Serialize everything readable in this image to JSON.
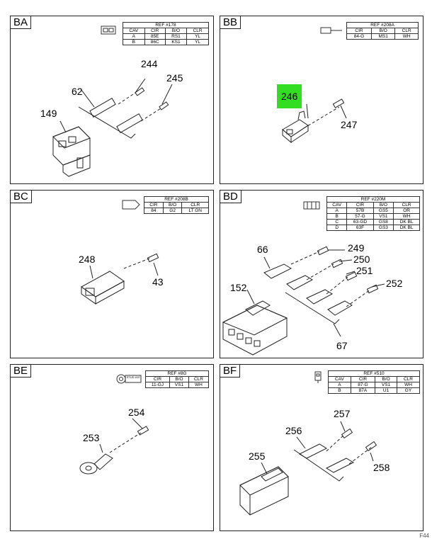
{
  "panels": {
    "BA": {
      "tag": "BA",
      "ref_title": "REF #178",
      "headers": [
        "CAV",
        "CIR",
        "B/O",
        "CLR"
      ],
      "rows": [
        [
          "A",
          "85E",
          "RS1",
          "YL"
        ],
        [
          "B",
          "86C",
          "KS1",
          "YL"
        ]
      ],
      "callouts": [
        "244",
        "245",
        "62",
        "149"
      ]
    },
    "BB": {
      "tag": "BB",
      "ref_title": "REF #208A",
      "headers": [
        "CIR",
        "B/O",
        "CLR"
      ],
      "rows": [
        [
          "84-G",
          "MS1",
          "WH"
        ]
      ],
      "callouts": [
        "246",
        "247"
      ]
    },
    "BC": {
      "tag": "BC",
      "ref_title": "REF #208B",
      "headers": [
        "CIR",
        "B/O",
        "CLR"
      ],
      "rows": [
        [
          "84",
          "G2",
          "LT GN"
        ]
      ],
      "callouts": [
        "248",
        "43"
      ]
    },
    "BD": {
      "tag": "BD",
      "ref_title": "REF #220M",
      "headers": [
        "CAV",
        "CIR",
        "B/O",
        "CLR"
      ],
      "rows": [
        [
          "A",
          "57B",
          "GS5",
          "OR"
        ],
        [
          "B",
          "57-G",
          "VS1",
          "WH"
        ],
        [
          "C",
          "63-GD",
          "GS8",
          "DK BL"
        ],
        [
          "D",
          "63F",
          "GS3",
          "DK BL"
        ]
      ],
      "callouts": [
        "66",
        "249",
        "250",
        "251",
        "252",
        "152",
        "67"
      ]
    },
    "BE": {
      "tag": "BE",
      "ref_title": "REF #8G",
      "headers": [
        "CIR",
        "B/O",
        "CLR"
      ],
      "rows": [
        [
          "11-GJ",
          "VS1",
          "WH"
        ]
      ],
      "callouts": [
        "254",
        "253"
      ],
      "icon_text": "STUD #10"
    },
    "BF": {
      "tag": "BF",
      "ref_title": "REF #510",
      "headers": [
        "CAV",
        "CIR",
        "B/O",
        "CLR"
      ],
      "rows": [
        [
          "A",
          "87-G",
          "VS1",
          "WH"
        ],
        [
          "B",
          "87A",
          "U1",
          "GY"
        ]
      ],
      "callouts": [
        "257",
        "256",
        "255",
        "258"
      ]
    }
  },
  "highlight_color": "#33dd22",
  "page_number": "F44"
}
